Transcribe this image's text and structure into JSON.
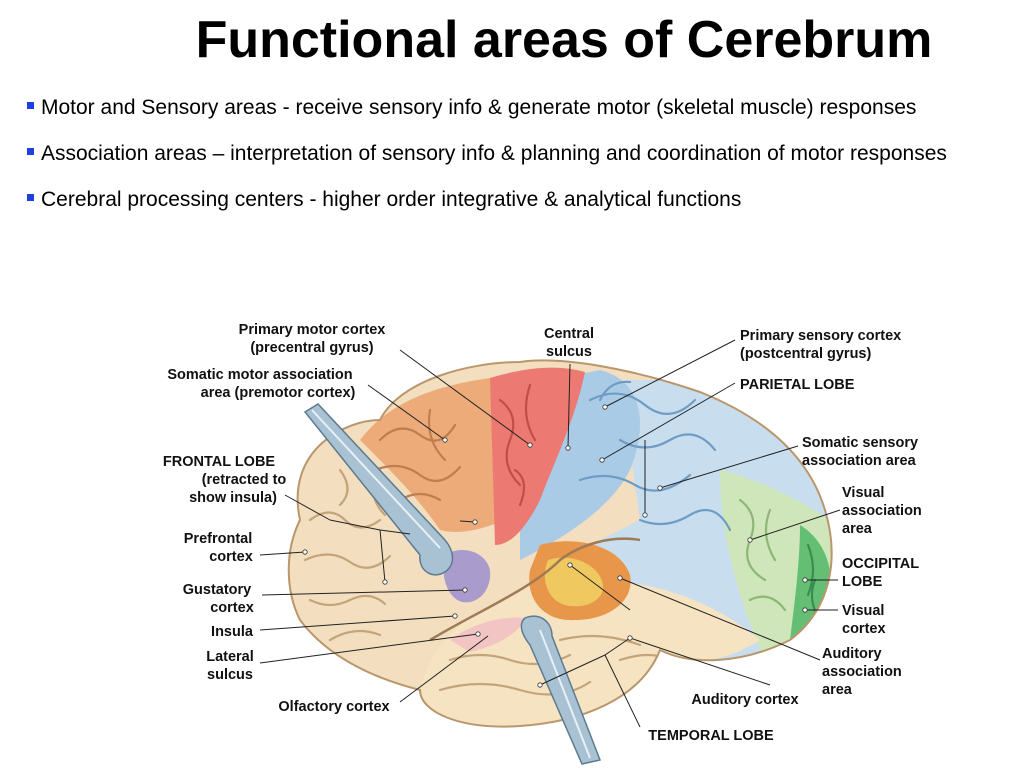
{
  "title": "Functional areas of Cerebrum",
  "bullets": [
    "Motor and Sensory areas - receive sensory info & generate motor (skeletal muscle) responses",
    "Association areas – interpretation of sensory info & planning and coordination of motor responses",
    "Cerebral processing centers - higher order integrative & analytical functions"
  ],
  "labels": {
    "primary_motor_1": "Primary motor cortex",
    "primary_motor_2": "(precentral gyrus)",
    "somatic_motor_1": "Somatic motor association",
    "somatic_motor_2": "area (premotor cortex)",
    "frontal_1": "FRONTAL LOBE",
    "frontal_2": "(retracted to",
    "frontal_3": "show insula)",
    "prefrontal_1": "Prefrontal",
    "prefrontal_2": "cortex",
    "gustatory_1": "Gustatory",
    "gustatory_2": "cortex",
    "insula": "Insula",
    "lateral_1": "Lateral",
    "lateral_2": "sulcus",
    "olfactory": "Olfactory cortex",
    "central_1": "Central",
    "central_2": "sulcus",
    "primary_sensory_1": "Primary sensory cortex",
    "primary_sensory_2": "(postcentral gyrus)",
    "parietal": "PARIETAL LOBE",
    "somatic_sensory_1": "Somatic sensory",
    "somatic_sensory_2": "association area",
    "visual_assoc_1": "Visual",
    "visual_assoc_2": "association",
    "visual_assoc_3": "area",
    "occipital_1": "OCCIPITAL",
    "occipital_2": "LOBE",
    "visual_cortex_1": "Visual",
    "visual_cortex_2": "cortex",
    "auditory_assoc_1": "Auditory",
    "auditory_assoc_2": "association",
    "auditory_assoc_3": "area",
    "auditory_cortex": "Auditory cortex",
    "temporal": "TEMPORAL LOBE"
  },
  "colors": {
    "bullet_marker": "#1f3fe0",
    "frontal": "#f3dfbf",
    "premotor": "#eeab7a",
    "primary_motor": "#ec7a72",
    "primary_sensory": "#a9cbe6",
    "parietal": "#c8deef",
    "visual_association": "#cfe6bb",
    "visual_cortex": "#64bf74",
    "temporal": "#f6e3c2",
    "auditory_association": "#e8964a",
    "auditory_cortex": "#f0c860",
    "insula": "#a99ccc",
    "olfactory": "#f3c4c4",
    "retractor": "#a9c2d3"
  },
  "icons": [
    "bullet-square-icon",
    "retractor-instrument-icon"
  ]
}
